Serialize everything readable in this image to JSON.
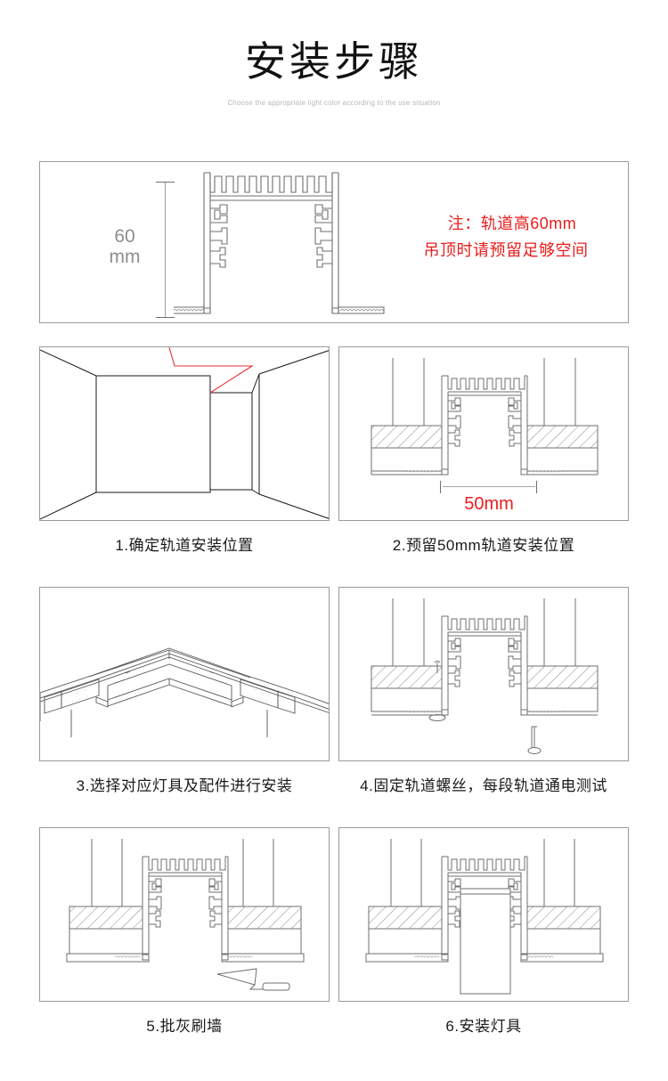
{
  "header": {
    "title": "安装步骤",
    "subtitle": "Choose the appropriate light color according to the use situation"
  },
  "colors": {
    "accent_red": "#ea1d1d",
    "line_gray": "#6f6f6f",
    "panel_border": "#9a9a9a",
    "dim_text": "#8e8e8e",
    "background": "#ffffff"
  },
  "hero": {
    "name": "track-profile-cross-section",
    "dimension": {
      "value": "60",
      "unit": "mm",
      "orientation": "vertical"
    },
    "note": {
      "line1": "注：轨道高60mm",
      "line2": "吊顶时请预留足够空间"
    }
  },
  "steps": [
    {
      "number": "1",
      "caption": "1.确定轨道安装位置",
      "illustration": "ceiling-room-perspective",
      "has_red_marker": true
    },
    {
      "number": "2",
      "caption": "2.预留50mm轨道安装位置",
      "illustration": "track-recess-section",
      "dimension": {
        "value": "50mm",
        "orientation": "horizontal"
      }
    },
    {
      "number": "3",
      "caption": "3.选择对应灯具及配件进行安装",
      "illustration": "corner-connector-isometric"
    },
    {
      "number": "4",
      "caption": "4.固定轨道螺丝，每段轨道通电测试",
      "illustration": "track-screw-fixing-section"
    },
    {
      "number": "5",
      "caption": "5.批灰刷墙",
      "illustration": "plastering-trowel-section"
    },
    {
      "number": "6",
      "caption": "6.安装灯具",
      "illustration": "lamp-installed-section"
    }
  ]
}
